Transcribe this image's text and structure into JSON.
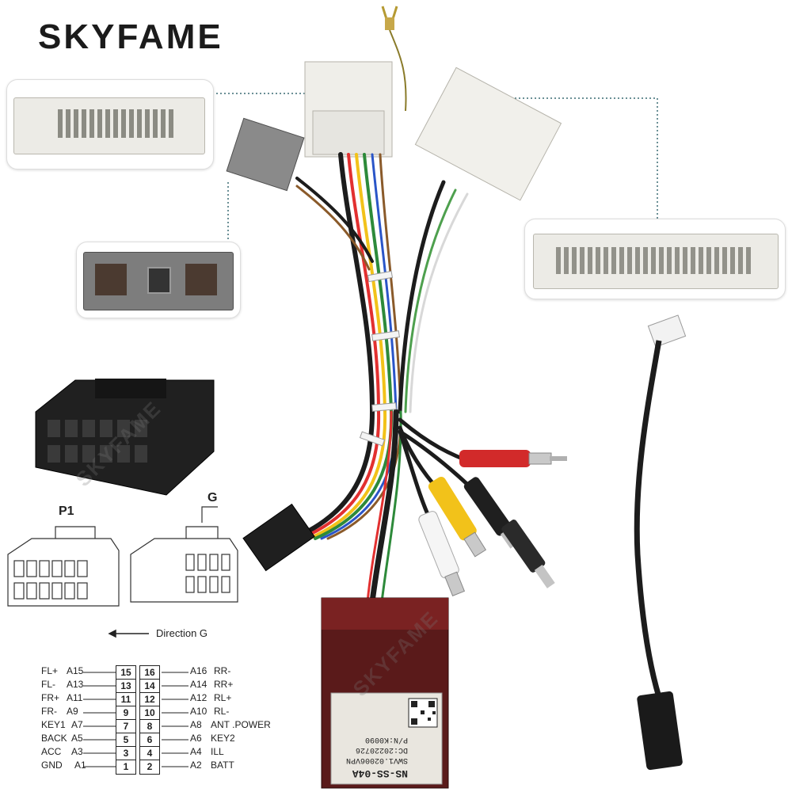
{
  "brand": "SKYFAME",
  "connector_labels": {
    "p1": "P1",
    "g": "G",
    "direction": "Direction G"
  },
  "pinout": {
    "rows": [
      {
        "left_signal": "FL+",
        "left_code": "A15",
        "pin_left": "15",
        "pin_right": "16",
        "right_code": "A16",
        "right_signal": "RR-"
      },
      {
        "left_signal": "FL-",
        "left_code": "A13",
        "pin_left": "13",
        "pin_right": "14",
        "right_code": "A14",
        "right_signal": "RR+"
      },
      {
        "left_signal": "FR+",
        "left_code": "A11",
        "pin_left": "11",
        "pin_right": "12",
        "right_code": "A12",
        "right_signal": "RL+"
      },
      {
        "left_signal": "FR-",
        "left_code": "A9",
        "pin_left": "9",
        "pin_right": "10",
        "right_code": "A10",
        "right_signal": "RL-"
      },
      {
        "left_signal": "KEY1",
        "left_code": "A7",
        "pin_left": "7",
        "pin_right": "8",
        "right_code": "A8",
        "right_signal": "ANT .POWER"
      },
      {
        "left_signal": "BACK",
        "left_code": "A5",
        "pin_left": "5",
        "pin_right": "6",
        "right_code": "A6",
        "right_signal": "KEY2"
      },
      {
        "left_signal": "ACC",
        "left_code": "A3",
        "pin_left": "3",
        "pin_right": "4",
        "right_code": "A4",
        "right_signal": "ILL"
      },
      {
        "left_signal": "GND",
        "left_code": "A1",
        "pin_left": "1",
        "pin_right": "2",
        "right_code": "A2",
        "right_signal": "BATT"
      }
    ]
  },
  "module_label": {
    "model": "NS-SS-04A",
    "sw": "SWV1.02006VPN",
    "dc": "DC:20220726",
    "pn": "P/N:K0090"
  },
  "watermark": "SKYFAME",
  "colors": {
    "dotted_line": "#3a6b73",
    "rca_red": "#d22a2a",
    "rca_yellow": "#f2c21a",
    "rca_white": "#f3f3f3",
    "module_box": "#6b1e1e"
  }
}
